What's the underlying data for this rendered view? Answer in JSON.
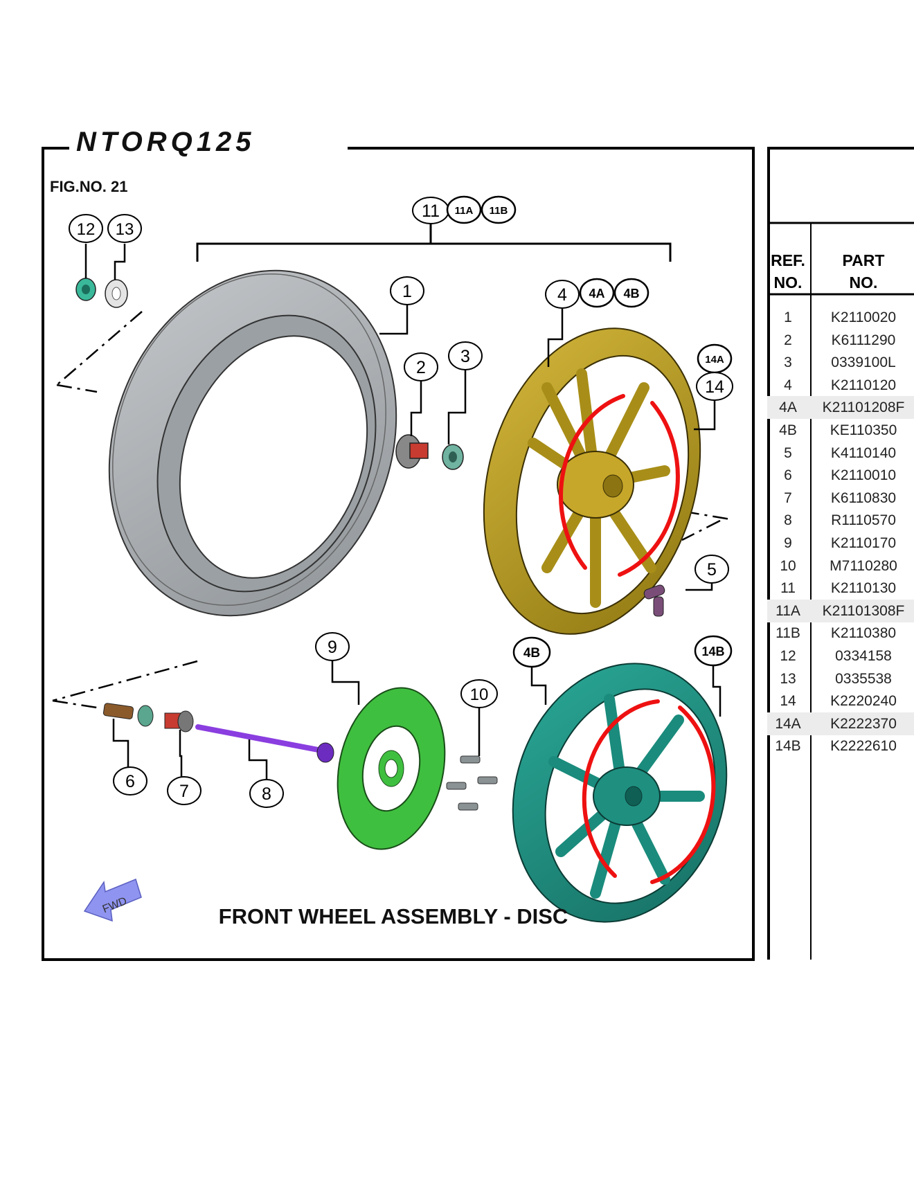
{
  "brand": {
    "logo_text": "NTORQ125"
  },
  "figure": {
    "number_label": "FIG.NO. 21",
    "title": "FRONT WHEEL ASSEMBLY - DISC",
    "fwd_label": "FWD"
  },
  "callouts": {
    "c1": "1",
    "c2": "2",
    "c3": "3",
    "c4": "4",
    "c4a": "4A",
    "c4b": "4B",
    "c5": "5",
    "c6": "6",
    "c7": "7",
    "c8": "8",
    "c9": "9",
    "c10": "10",
    "c11": "11",
    "c11a": "11A",
    "c11b": "11B",
    "c12": "12",
    "c13": "13",
    "c14": "14",
    "c14a": "14A",
    "c4b_lower": "4B",
    "c14b": "14B"
  },
  "table": {
    "headers": {
      "ref_line1": "REF.",
      "ref_line2": "NO.",
      "part_line1": "PART",
      "part_line2": "NO."
    },
    "rows": [
      {
        "ref": "1",
        "part_no": "K2110020"
      },
      {
        "ref": "2",
        "part_no": "K6111290"
      },
      {
        "ref": "3",
        "part_no": "0339100L"
      },
      {
        "ref": "4",
        "part_no": "K2110120"
      },
      {
        "ref": "4A",
        "part_no": "K21101208F"
      },
      {
        "ref": "4B",
        "part_no": "KE110350"
      },
      {
        "ref": "5",
        "part_no": "K4110140"
      },
      {
        "ref": "6",
        "part_no": "K2110010"
      },
      {
        "ref": "7",
        "part_no": "K6110830"
      },
      {
        "ref": "8",
        "part_no": "R1110570"
      },
      {
        "ref": "9",
        "part_no": "K2110170"
      },
      {
        "ref": "10",
        "part_no": "M7110280"
      },
      {
        "ref": "11",
        "part_no": "K2110130"
      },
      {
        "ref": "11A",
        "part_no": "K21101308F"
      },
      {
        "ref": "11B",
        "part_no": "K2110380"
      },
      {
        "ref": "12",
        "part_no": "0334158"
      },
      {
        "ref": "13",
        "part_no": "0335538"
      },
      {
        "ref": "14",
        "part_no": "K2220240"
      },
      {
        "ref": "14A",
        "part_no": "K2222370"
      },
      {
        "ref": "14B",
        "part_no": "K2222610"
      }
    ],
    "highlighted_refs": [
      "4A",
      "11A",
      "14A"
    ]
  },
  "colors": {
    "tyre": "#a9adb1",
    "gold_wheel": "#b59a1e",
    "teal_wheel": "#1f8f80",
    "disc": "#3fbf3f",
    "axle": "#8a3ee0",
    "highlight_circle": "#ee1111",
    "fwd_arrow": "#8f94f0",
    "frame": "#000000"
  }
}
